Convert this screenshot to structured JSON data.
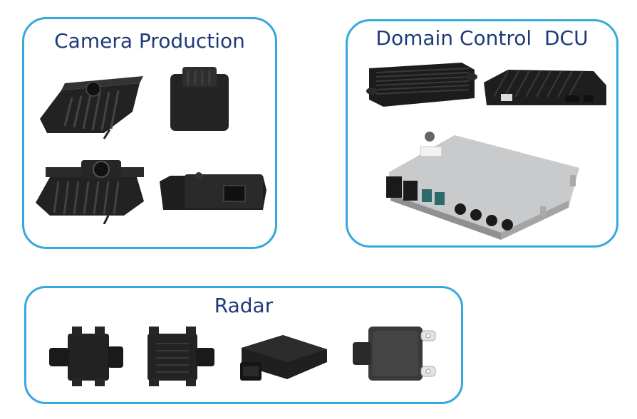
{
  "panels": {
    "camera": {
      "title": "Camera Production",
      "images": [
        "camera-housing-ribbed-front",
        "camera-housing-flat-back",
        "camera-housing-lens-front",
        "camera-housing-side-connector"
      ]
    },
    "dcu": {
      "title": "Domain Control  DCU",
      "images": [
        "dcu-finned-unit-left",
        "dcu-finned-unit-right",
        "dcu-silver-controller"
      ]
    },
    "radar": {
      "title": "Radar",
      "images": [
        "radar-module-front",
        "radar-module-ribbed",
        "radar-module-angled",
        "radar-module-square"
      ]
    }
  },
  "colors": {
    "border": "#35a8dc",
    "title": "#1f3a78",
    "device": "#1e1e1e",
    "silver": "#c9cacc"
  }
}
